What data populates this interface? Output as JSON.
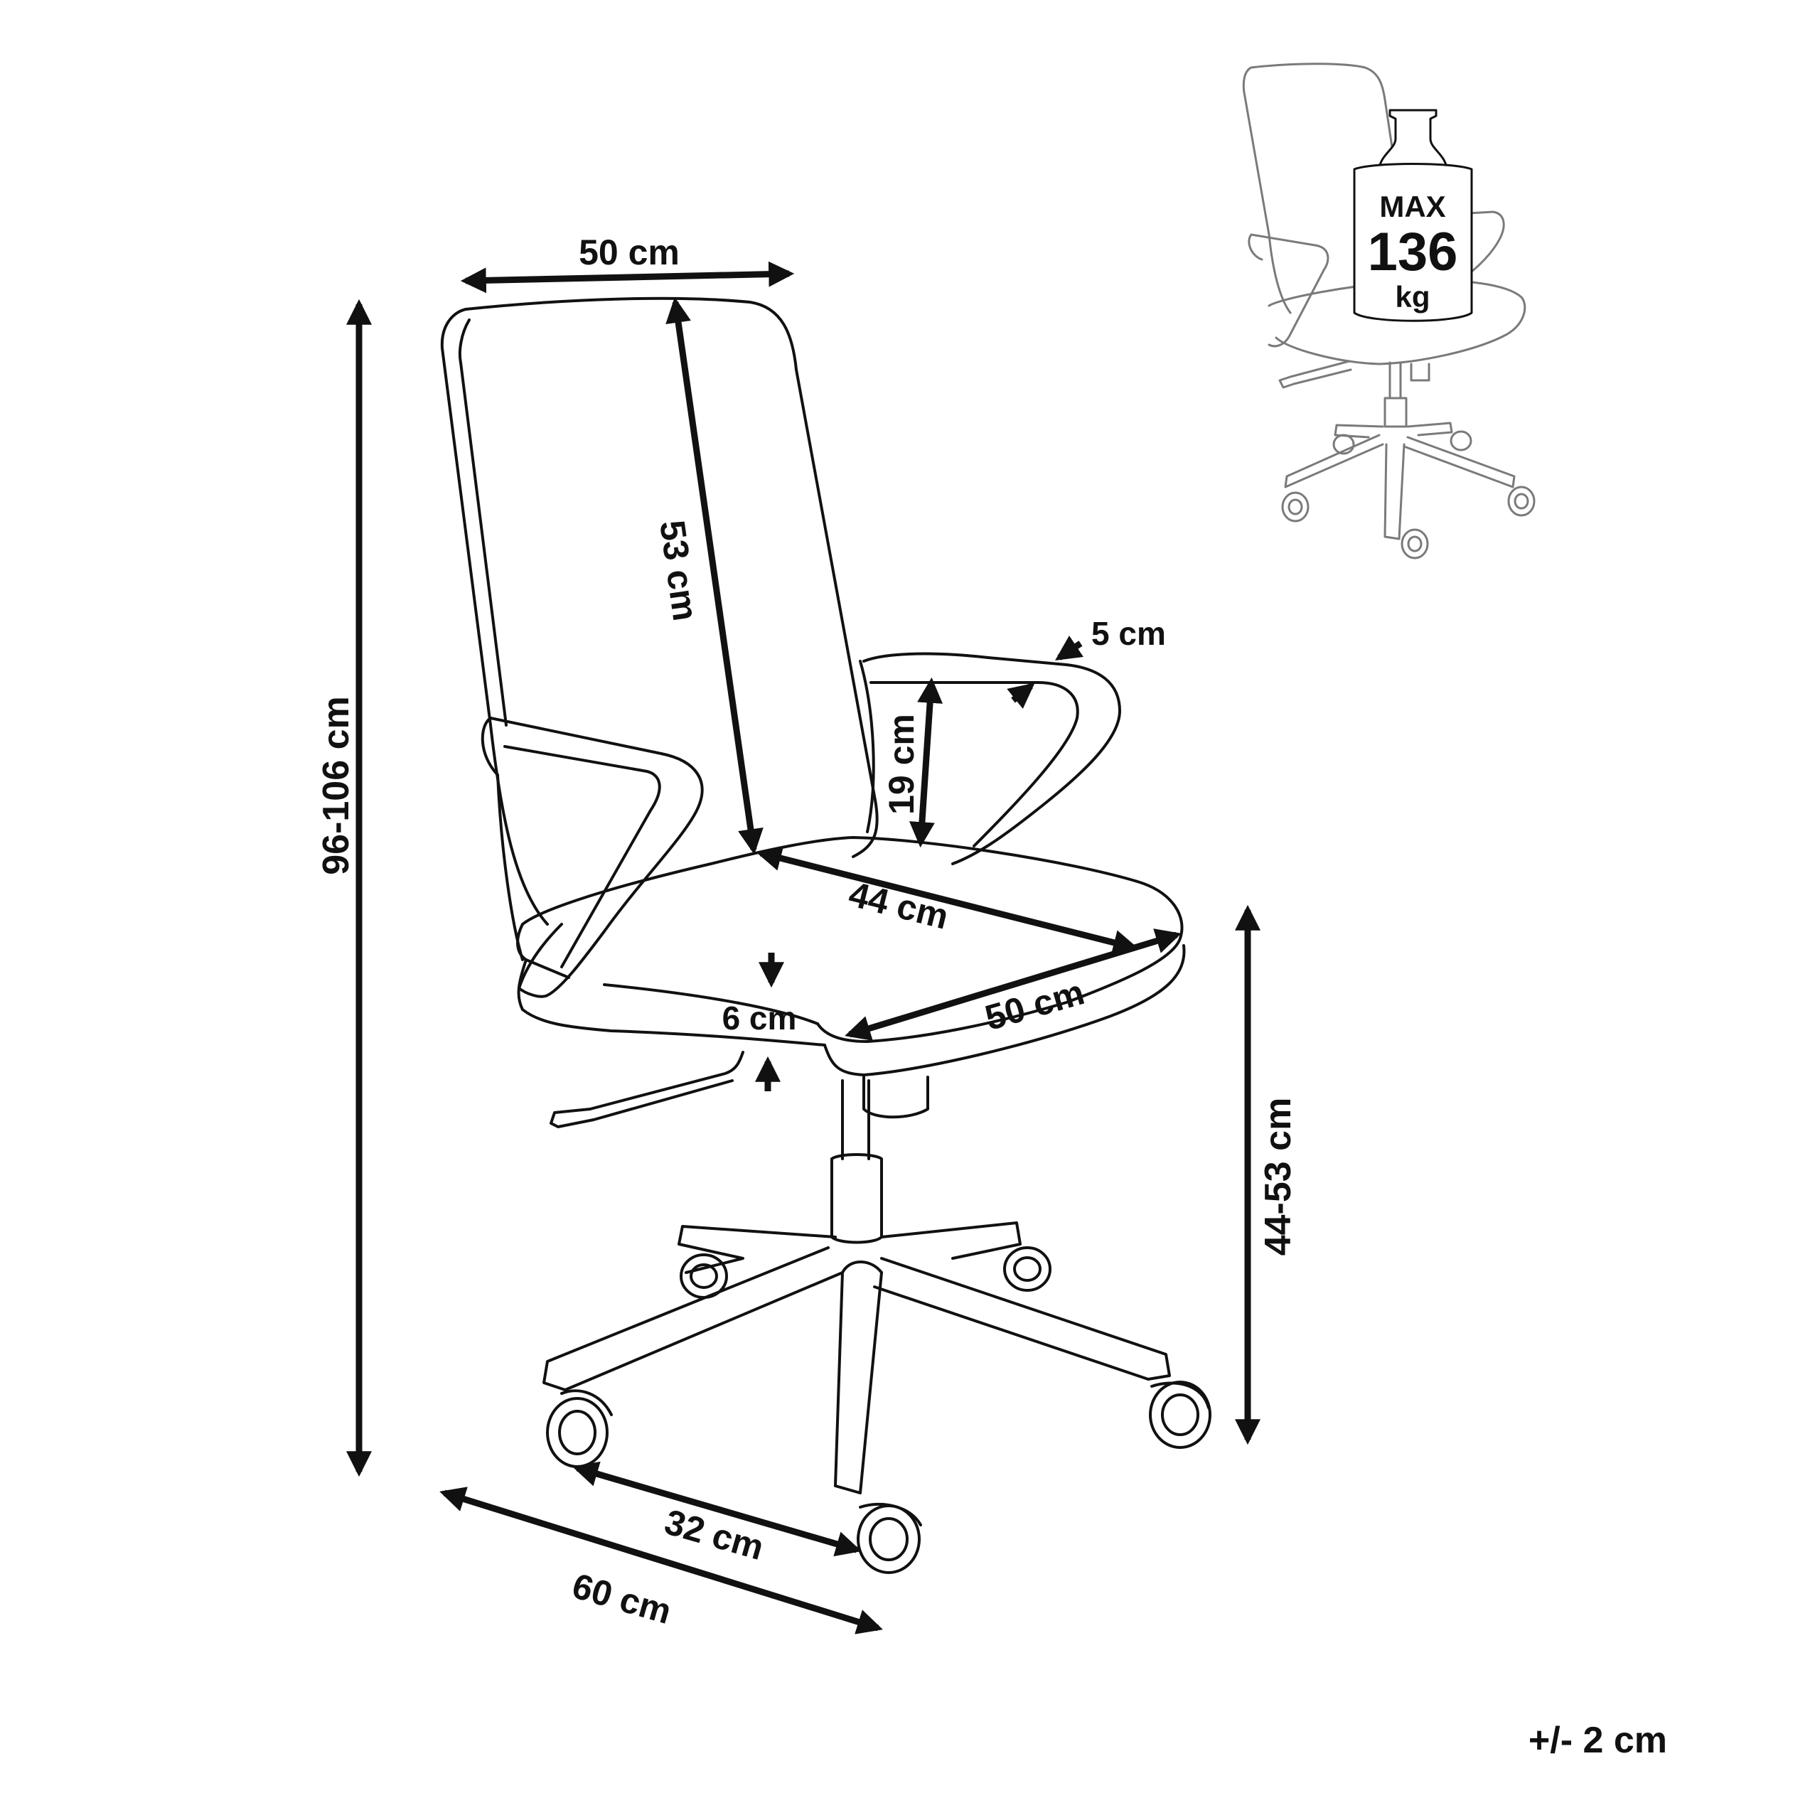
{
  "dimensions": {
    "top_width": "50 cm",
    "backrest_height": "53 cm",
    "total_height": "96-106 cm",
    "armrest_width": "5 cm",
    "armrest_height": "19 cm",
    "seat_depth": "44 cm",
    "seat_width": "50 cm",
    "seat_thickness": "6 cm",
    "seat_height": "44-53 cm",
    "wheel_spacing": "32 cm",
    "base_width": "60 cm"
  },
  "max_load": {
    "label": "MAX",
    "value": "136",
    "unit": "kg"
  },
  "tolerance": "+/- 2 cm",
  "colors": {
    "ink": "#111111",
    "thumbnail": "#7a7a7a"
  }
}
